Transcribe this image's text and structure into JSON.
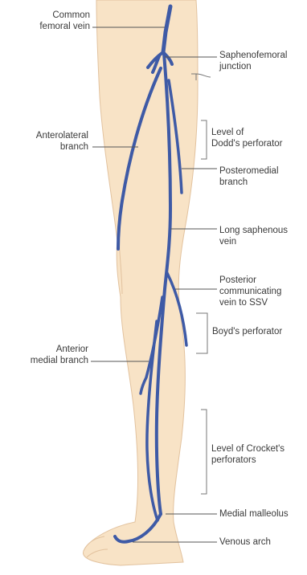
{
  "labels": {
    "common_femoral_vein": "Common\nfemoral vein",
    "saphenofemoral_junction": "Saphenofemoral\njunction",
    "anterolateral_branch": "Anterolateral\nbranch",
    "level_of_dodds_perforator": "Level of\nDodd's perforator",
    "posteromedial_branch": "Posteromedial\nbranch",
    "long_saphenous_vein": "Long saphenous\nvein",
    "posterior_communicating_vein": "Posterior\ncommunicating\nvein to SSV",
    "boyds_perforator": "Boyd's perforator",
    "anterior_medial_branch": "Anterior\nmedial branch",
    "level_of_crockets_perforators": "Level of Crocket's\nperforators",
    "medial_malleolus": "Medial malleolus",
    "venous_arch": "Venous arch"
  },
  "colors": {
    "skin": "#f8e3c6",
    "skin_outline": "#e2c29e",
    "vein": "#3e5aa6",
    "leader_line": "#555555",
    "bracket": "#777777"
  }
}
